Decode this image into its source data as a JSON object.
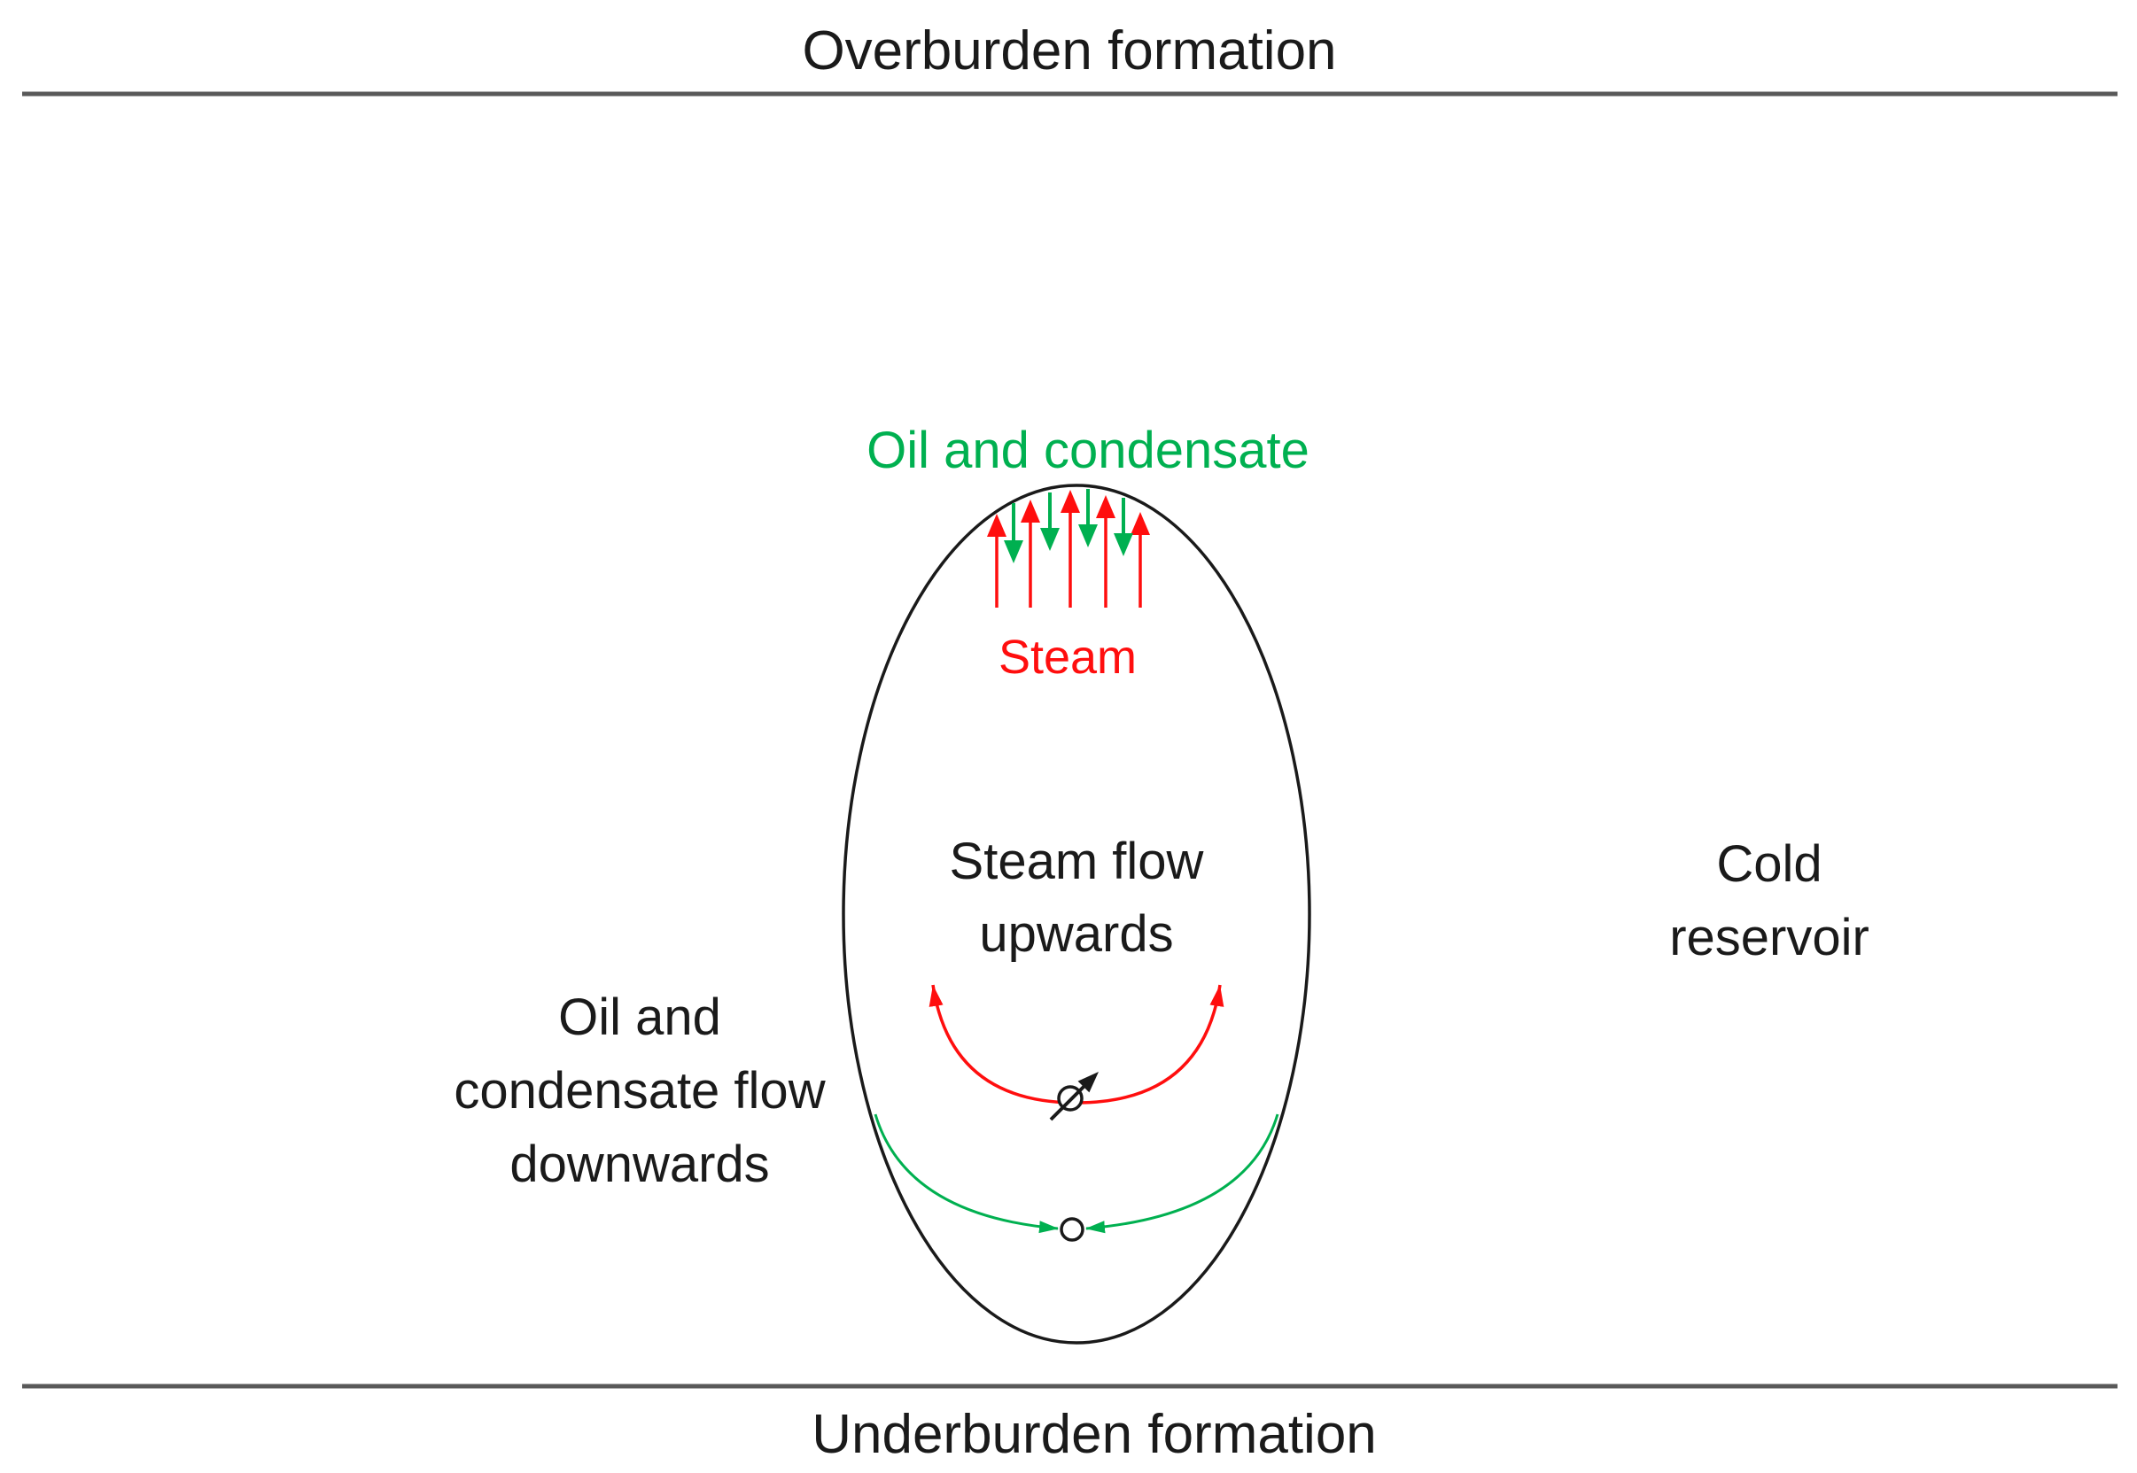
{
  "colors": {
    "green": "#00B050",
    "red": "#FF0E0E",
    "line": "#595959",
    "text": "#1a1a1a"
  },
  "labels": {
    "overburden": "Overburden formation",
    "underburden": "Underburden formation",
    "oil_condensate_top": "Oil and condensate",
    "steam": "Steam",
    "steam_flow_line1": "Steam flow",
    "steam_flow_line2": "upwards",
    "cold_line1": "Cold",
    "cold_line2": "reservoir",
    "oil_flow_line1": "Oil and",
    "oil_flow_line2": "condensate flow",
    "oil_flow_line3": "downwards"
  },
  "icons": {
    "injector_well": "circle-with-northeast-arrow-icon",
    "producer_well": "open-circle-icon",
    "steam_up_arrows": "five-red-up-arrows-icon",
    "condensate_down_arrows": "four-green-down-arrows-icon",
    "steam_circulation": "red-u-arc-up-arrowheads-icon",
    "condensate_drainage": "green-arc-converging-arrowheads-icon"
  }
}
